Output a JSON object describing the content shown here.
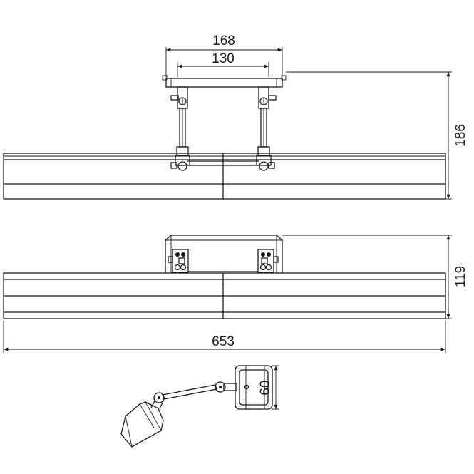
{
  "dimensions": {
    "top_outer_width": "168",
    "top_inner_width": "130",
    "top_height": "186",
    "front_height": "119",
    "total_length": "653",
    "side_backplate_height": "60"
  }
}
